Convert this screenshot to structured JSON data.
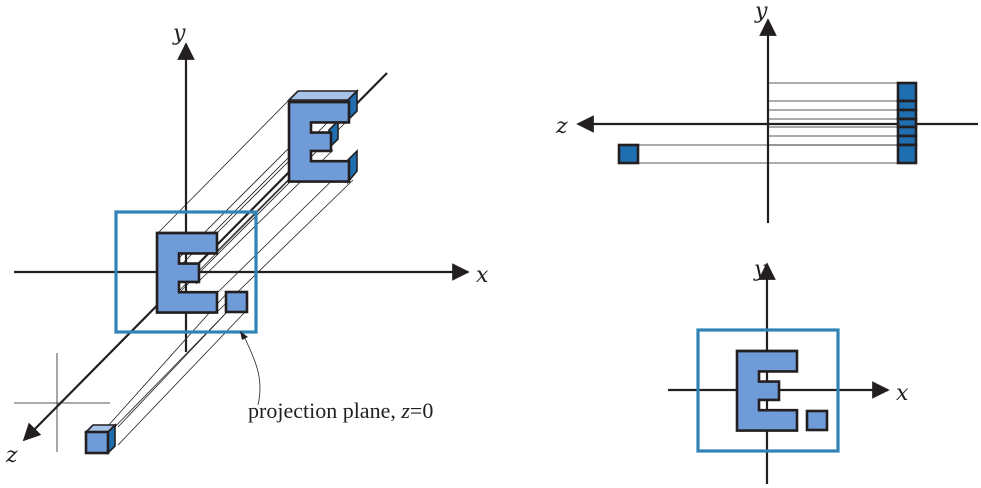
{
  "left_view": {
    "axis_x_label": "x",
    "axis_y_label": "y",
    "axis_z_label": "z",
    "annotation_prefix": "projection plane, ",
    "annotation_var": "z",
    "annotation_suffix": "=0"
  },
  "top_right_view": {
    "axis_y_label": "y",
    "axis_z_label": "z"
  },
  "bottom_right_view": {
    "axis_x_label": "x",
    "axis_y_label": "y"
  },
  "colors": {
    "object_fill": "#6f9bd8",
    "object_side": "#1f6eb0",
    "frame": "#2f83b7",
    "line": "#231f20"
  }
}
